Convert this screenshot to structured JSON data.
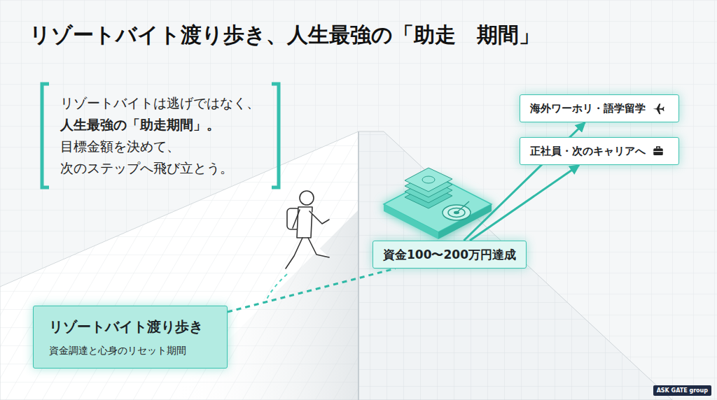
{
  "diagram": {
    "title": "リゾートバイト渡り歩き、人生最強の「助走　期間」",
    "nodes": [
      {
        "text": [
          "リゾートバイト渡り歩き",
          "資金調達と心身のリセット期間"
        ]
      },
      {
        "text": [
          "資金100〜200万円達成"
        ]
      },
      {
        "text": [
          "海外ワーホリ・語学留学"
        ]
      },
      {
        "text": [
          "正社員・次のキャリアへ"
        ]
      }
    ],
    "edges": [
      {
        "from": 0,
        "to": 1,
        "arrow": "none"
      },
      {
        "from": 1,
        "to": 2,
        "arrow": "to"
      },
      {
        "from": 1,
        "to": 3,
        "arrow": "to"
      }
    ],
    "labels": [
      "リゾートバイトは逃げではなく、",
      "人生最強の「助走期間」。",
      "目標金額を決めて、",
      "次のステップへ飛び立とう。",
      "ASK GATE group"
    ]
  }
}
